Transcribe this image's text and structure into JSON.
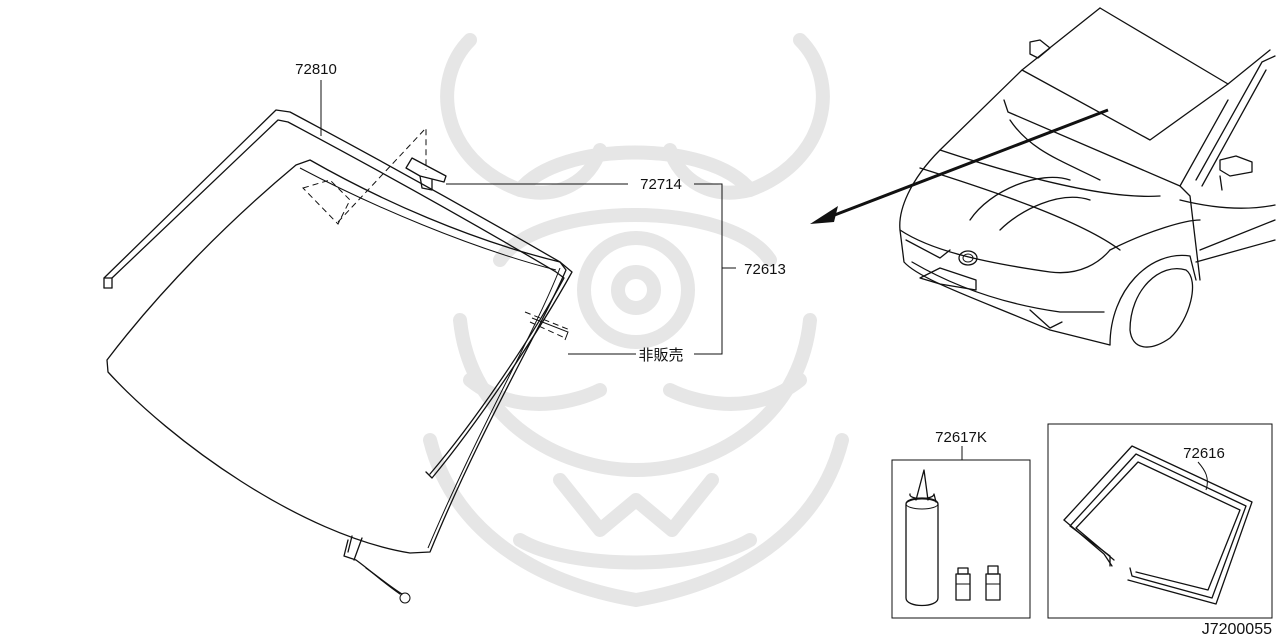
{
  "diagram_code": "J7200055",
  "parts": {
    "windshield_molding": "72810",
    "mirror_base": "72714",
    "windshield_glass_assy": "72613",
    "not_for_sale": "非販売",
    "adhesive_kit": "72617K",
    "windshield_dam": "72616"
  },
  "colors": {
    "line": "#111111",
    "watermark": "#e6e6e6",
    "background": "#ffffff"
  }
}
